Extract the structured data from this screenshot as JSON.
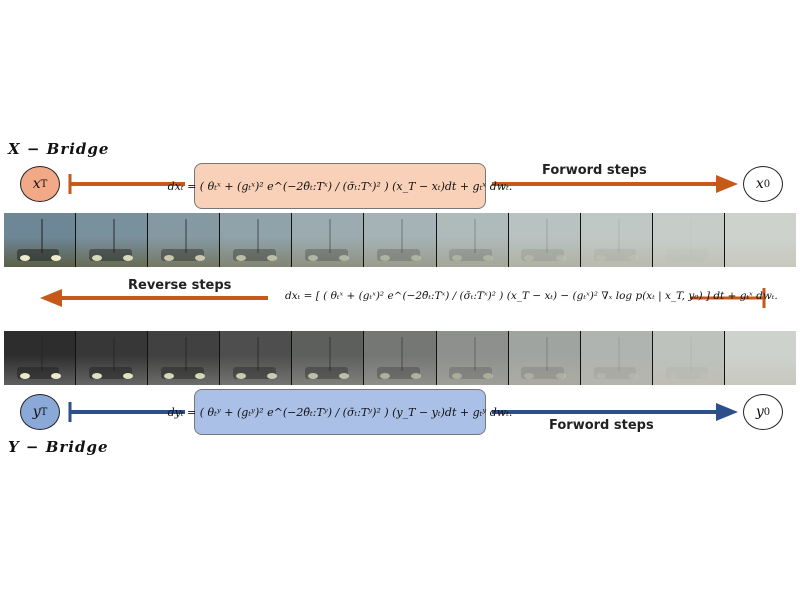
{
  "x_bridge": {
    "title": "X − Bridge",
    "start_node": {
      "symbol": "x",
      "subscript": "T",
      "color": "#f2a987"
    },
    "end_node": {
      "symbol": "x",
      "subscript": "0",
      "color": "#ffffff"
    },
    "equation": "dxₜ = ( θₜˣ + (gₜˣ)² e^(−2θ̄ₜ:Tˣ) / (σ̄ₜ:Tˣ)² ) (x_T − xₜ)dt + gₜˣ dwₜ.",
    "box_fill": "#f9d0b8",
    "arrow_color": "#c6581a",
    "forward_label": "Forword steps"
  },
  "reverse": {
    "label": "Reverse steps",
    "equation": "dxₜ = [ ( θₜˣ + (gₜˣ)² e^(−2θ̄ₜ:Tˣ) / (σ̄ₜ:Tˣ)² ) (x_T − xₜ) − (gₜˣ)² ∇ₓ log p(xₜ | x_T, y₀) ] dt + gₜˣ dwₜ.",
    "arrow_color": "#c6581a"
  },
  "y_bridge": {
    "title": "Y − Bridge",
    "start_node": {
      "symbol": "y",
      "subscript": "T",
      "color": "#8aa9d9"
    },
    "end_node": {
      "symbol": "y",
      "subscript": "0",
      "color": "#ffffff"
    },
    "equation": "dyₜ = ( θₜʸ + (gₜʸ)² e^(−2θ̄ₜ:Tʸ) / (σ̄ₜ:Tʸ)² ) (y_T − yₜ)dt + gₜʸ dwₜ.",
    "box_fill": "#aac0e6",
    "arrow_color": "#2d4f8a",
    "forward_label": "Forword steps"
  },
  "strip_visible": [
    0,
    0.12,
    0.24,
    0.36,
    0.48,
    0.58,
    0.68,
    0.78,
    0.86,
    0.93,
    1.0
  ],
  "strip_infrared": [
    0,
    0.06,
    0.12,
    0.2,
    0.3,
    0.45,
    0.6,
    0.72,
    0.82,
    0.9,
    1.0
  ]
}
